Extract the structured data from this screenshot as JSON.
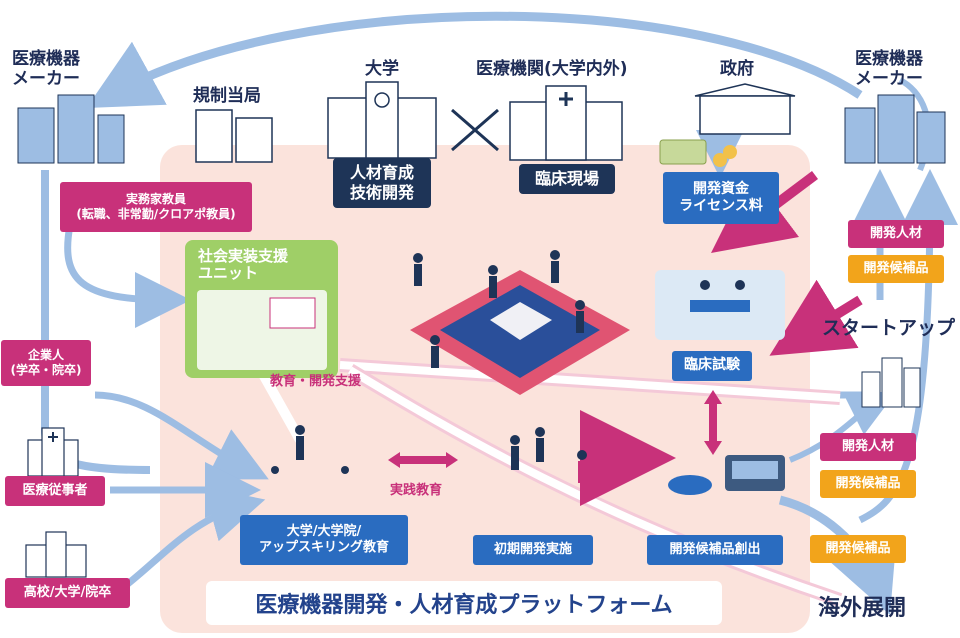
{
  "nodes": {
    "maker_left": "医療機器\nメーカー",
    "regulator": "規制当局",
    "university": "大学",
    "medical_inst": "医療機関(大学内外)",
    "government": "政府",
    "maker_right": "医療機器\nメーカー",
    "hr_dev_tech": "人材育成\n技術開発",
    "clinical_site": "臨床現場",
    "funding": "開発資金\nライセンス料",
    "practitioner_teacher": "実務家教員\n(転職、非常勤/クロアポ教員)",
    "social_unit": "社会実装支援\nユニット",
    "corporate": "企業人\n(学卒・院卒)",
    "medical_staff": "医療従事者",
    "students": "高校/大学/院卒",
    "edu_dev_support": "教育・開発支援",
    "practical_edu": "実践教育",
    "univ_edu": "大学/大学院/\nアップスキリング教育",
    "initial_dev": "初期開発実施",
    "candidate_create": "開発候補品創出",
    "clinical_trial": "臨床試験",
    "startup": "スタートアップ",
    "dev_talent_1": "開発人材",
    "dev_candidate_1": "開発候補品",
    "dev_talent_2": "開発人材",
    "dev_candidate_2": "開発候補品",
    "dev_candidate_3": "開発候補品",
    "overseas": "海外展開",
    "platform_title": "医療機器開発・人材育成プラットフォーム"
  },
  "colors": {
    "magenta": "#c8317a",
    "orange": "#f2a41b",
    "blue": "#2a6cc0",
    "navy": "#1e3457",
    "arrow_light": "#9dbde3",
    "bg_pink": "#fbe3dc"
  }
}
